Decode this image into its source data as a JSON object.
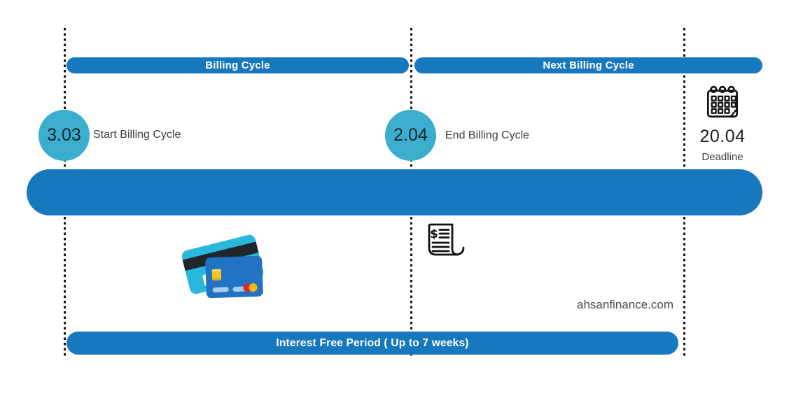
{
  "colors": {
    "bar_blue": "#1878BE",
    "circle_teal": "#3BAECD",
    "line_black": "#141414",
    "text_dark": "#13262e",
    "text_gray": "#3d3d3d"
  },
  "header_bars": [
    {
      "label": "Billing Cycle"
    },
    {
      "label": "Next Billing Cycle"
    }
  ],
  "milestones": [
    {
      "date": "3.03",
      "label": "Start Billing Cycle"
    },
    {
      "date": "2.04",
      "label": "End Billing Cycle"
    },
    {
      "date": "20.04",
      "label": "Deadline"
    }
  ],
  "bottom_bar": {
    "label": "Interest Free Period ( Up to 7 weeks)"
  },
  "branding": {
    "website": "ahsanfinance.com"
  },
  "icons": {
    "calendar": "calendar-icon",
    "credit_cards": "credit-cards-icon",
    "receipt": "receipt-icon"
  }
}
